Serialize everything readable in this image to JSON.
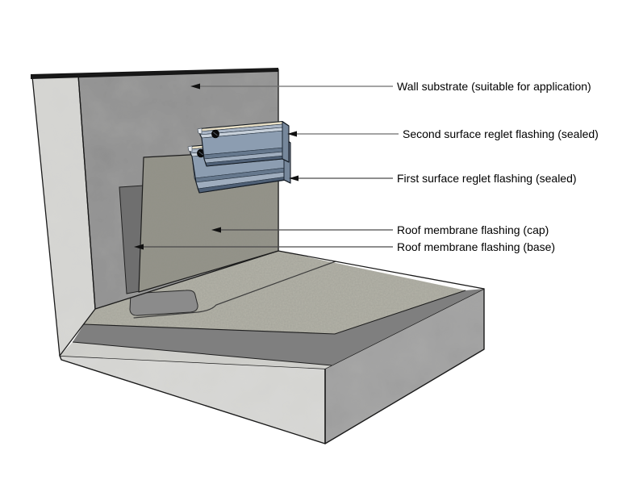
{
  "diagram": {
    "type": "construction-detail",
    "subject": "reglet-and-membrane-flashing-at-wall-roof-junction",
    "labels": [
      {
        "id": "wall-substrate",
        "label": "Wall substrate (suitable for application)"
      },
      {
        "id": "second-surface-reglet",
        "label": "Second surface reglet flashing (sealed)"
      },
      {
        "id": "first-surface-reglet",
        "label": "First surface reglet flashing (sealed)"
      },
      {
        "id": "roof-membrane-cap",
        "label": "Roof membrane flashing (cap)"
      },
      {
        "id": "roof-membrane-base",
        "label": "Roof membrane flashing (base)"
      }
    ],
    "colors": {
      "background": "#ffffff",
      "wall_face": "#8f8f8f",
      "wall_end_face": "#d7d7d4",
      "wall_top_edge": "#161616",
      "cap_flashing": "#929187",
      "base_flashing_strip": "#6f6f6f",
      "membrane_field": "#b4b3a8",
      "perimeter_band": "#7f7f7f",
      "corner_patch": "#8b8b8b",
      "slab_front_face": "#d8d8d5",
      "slab_right_face": "#9f9f9f",
      "slab_ledge": "#d0d0cc",
      "steel_fascia": "#8c9db1",
      "steel_flange": "#aab6c6",
      "steel_step": "#c8d1db",
      "steel_shadow": "#66788d",
      "steel_return": "#9fadbe",
      "steel_drip": "#4f6076",
      "steel_end": "#76879b",
      "sealant_bead": "#e9e0c6",
      "screw": "#0a0a0a",
      "outline": "#1a1a1a",
      "leader_line": "#5a5a5a",
      "arrowhead": "#111111",
      "label_text": "#000000"
    }
  }
}
